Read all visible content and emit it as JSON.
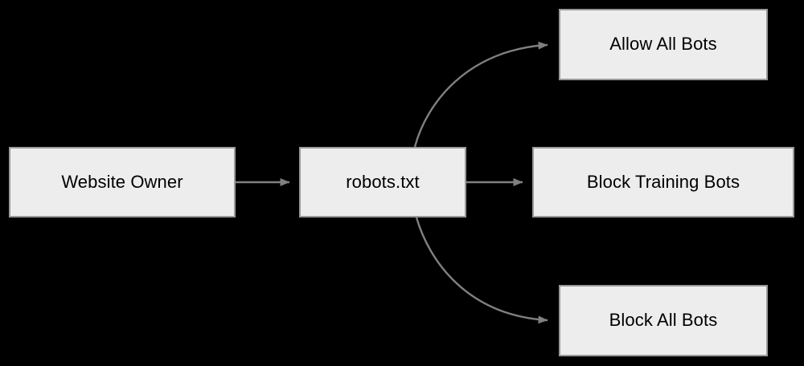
{
  "diagram": {
    "type": "flowchart",
    "orientation": "left-to-right",
    "background_color": "#000000",
    "node_fill_color": "#ededed",
    "node_border_color": "#9a9a9a",
    "node_text_color": "#000000",
    "edge_color": "#808080",
    "nodes": [
      {
        "id": "website-owner",
        "label": "Website Owner"
      },
      {
        "id": "robots-txt",
        "label": "robots.txt"
      },
      {
        "id": "allow-all-bots",
        "label": "Allow All Bots"
      },
      {
        "id": "block-training-bots",
        "label": "Block Training Bots"
      },
      {
        "id": "block-all-bots",
        "label": "Block All Bots"
      }
    ],
    "edges": [
      {
        "from": "website-owner",
        "to": "robots-txt",
        "style": "straight",
        "label": ""
      },
      {
        "from": "robots-txt",
        "to": "allow-all-bots",
        "style": "curved",
        "label": ""
      },
      {
        "from": "robots-txt",
        "to": "block-training-bots",
        "style": "straight",
        "label": ""
      },
      {
        "from": "robots-txt",
        "to": "block-all-bots",
        "style": "curved",
        "label": ""
      }
    ]
  }
}
